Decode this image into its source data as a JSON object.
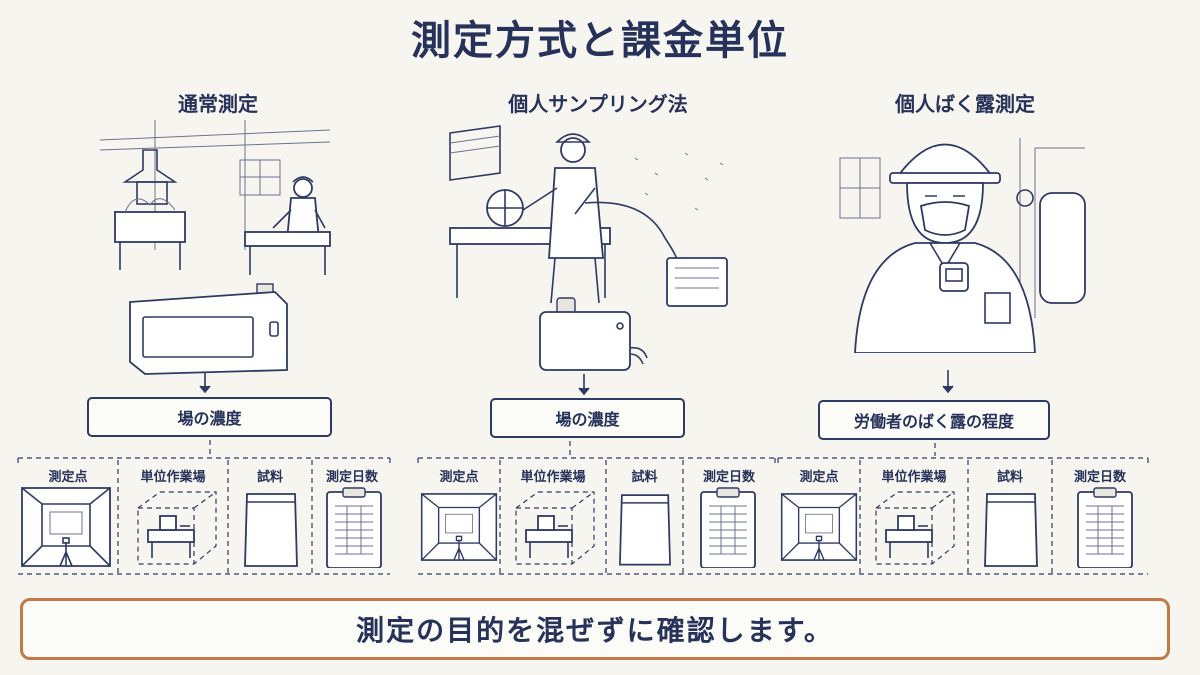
{
  "title": "測定方式と課金単位",
  "columns": [
    {
      "title": "通常測定",
      "result": "場の濃度",
      "cells": [
        "測定点",
        "単位作業場",
        "試料",
        "測定日数"
      ]
    },
    {
      "title": "個人サンプリング法",
      "result": "場の濃度",
      "cells": [
        "測定点",
        "単位作業場",
        "試料",
        "測定日数"
      ]
    },
    {
      "title": "個人ばく露測定",
      "result": "労働者のばく露の程度",
      "cells": [
        "測定点",
        "単位作業場",
        "試料",
        "測定日数"
      ]
    }
  ],
  "footer": "測定の目的を混ぜずに確認します。",
  "icons": {
    "scene_1": "factory-worker-icon",
    "scene_2": "worker-grinding-icon",
    "scene_3": "masked-worker-icon",
    "device_1": "area-sampler-icon",
    "device_2": "personal-sampler-icon",
    "device_3": "wearable-sampler-icon",
    "cell_1": "room-tripod-icon",
    "cell_2": "workstation-icon",
    "cell_3": "sample-bag-icon",
    "cell_4": "clipboard-icon"
  },
  "colors": {
    "ink": "#27325a",
    "accent": "#c07a45",
    "background": "#f6f5f0"
  }
}
